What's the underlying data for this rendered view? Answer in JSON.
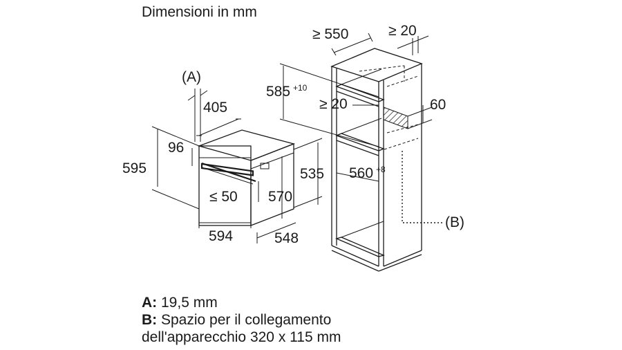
{
  "title": "Dimensioni in mm",
  "oven": {
    "label_a": "(A)",
    "dims": {
      "depth_front": "405",
      "top_gap": "96",
      "height": "595",
      "handle_gap": "≤ 50",
      "inner_height": "570",
      "width": "594",
      "depth": "548",
      "rear_height": "535"
    }
  },
  "cabinet": {
    "dims": {
      "depth_min": "≥ 550",
      "side_gap": "≥ 20",
      "niche_height": "585",
      "niche_height_tol": "+10",
      "inner_gap": "≥ 20",
      "vent": "60",
      "niche_width": "560",
      "niche_width_tol": "+8"
    },
    "label_b": "(B)"
  },
  "legend": {
    "a_key": "A:",
    "a_text": "19,5 mm",
    "b_key": "B:",
    "b_text_line1": "Spazio per il collegamento",
    "b_text_line2": "dell'apparecchio 320 x 115 mm"
  }
}
